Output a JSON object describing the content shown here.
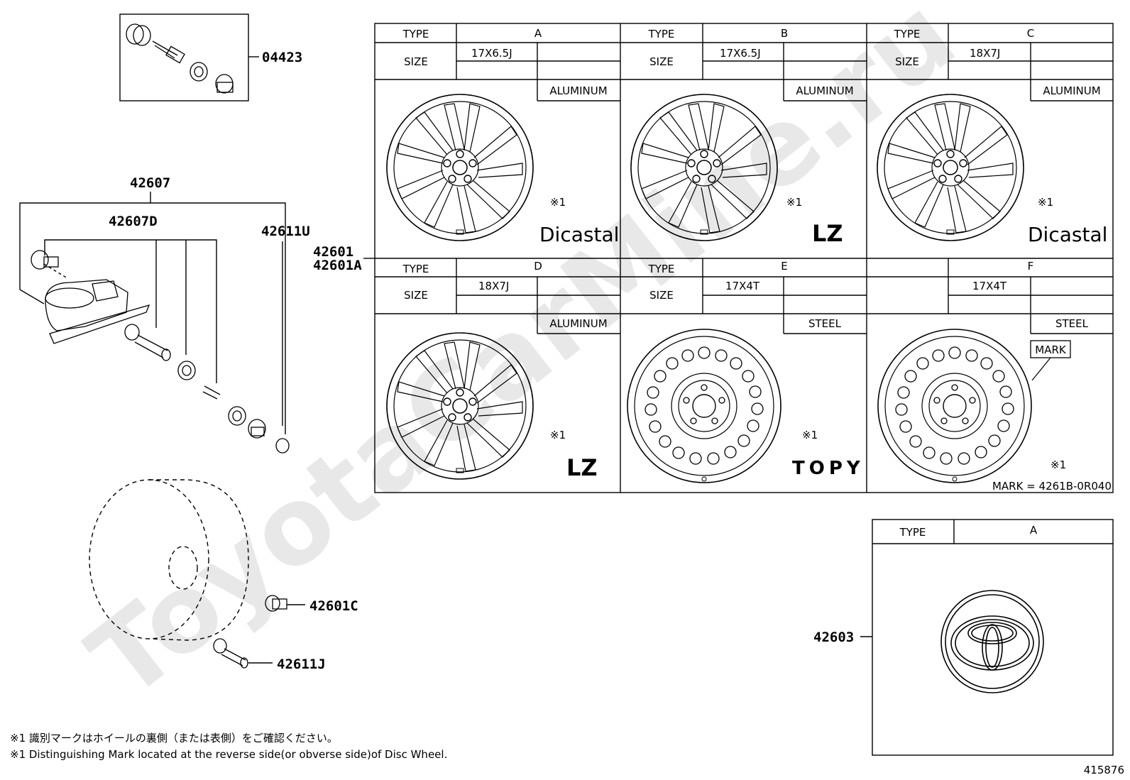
{
  "watermark": "ToyotaCarMine.ru",
  "parts": {
    "p04423": "04423",
    "p42607": "42607",
    "p42607D": "42607D",
    "p42611U": "42611U",
    "p42601": "42601",
    "p42601A": "42601A",
    "p42601C": "42601C",
    "p42611J": "42611J",
    "p42603": "42603"
  },
  "wheel_table": {
    "type_label": "TYPE",
    "size_label": "SIZE",
    "aluminum": "ALUMINUM",
    "steel": "STEEL",
    "symbol": "※1",
    "mark_label": "MARK",
    "mark_note": "MARK = 4261B-0R040",
    "cells": [
      {
        "type": "A",
        "size": "17X6.5J",
        "material": "ALUMINUM",
        "brand": "Dicastal"
      },
      {
        "type": "B",
        "size": "17X6.5J",
        "material": "ALUMINUM",
        "brand": "LZ"
      },
      {
        "type": "C",
        "size": "18X7J",
        "material": "ALUMINUM",
        "brand": "Dicastal"
      },
      {
        "type": "D",
        "size": "18X7J",
        "material": "ALUMINUM",
        "brand": "LZ"
      },
      {
        "type": "E",
        "size": "17X4T",
        "material": "STEEL",
        "brand": "TOPY"
      },
      {
        "type": "F",
        "size": "17X4T",
        "material": "STEEL",
        "brand": ""
      }
    ]
  },
  "cap_table": {
    "type_label": "TYPE",
    "type_value": "A"
  },
  "notes": {
    "jp": "※1  識別マークはホイールの裏側（または表側）をご確認ください。",
    "en": "※1  Distinguishing Mark located at the reverse side(or obverse side)of Disc Wheel."
  },
  "diagram_id": "415876"
}
